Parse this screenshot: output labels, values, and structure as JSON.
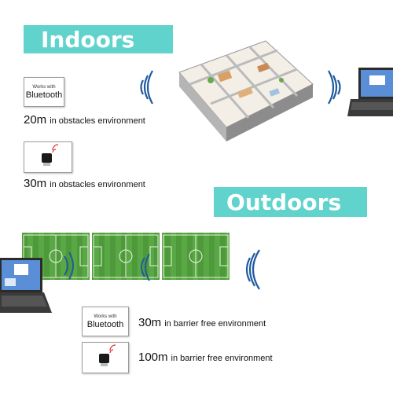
{
  "banners": {
    "indoors": "Indoors",
    "outdoors": "Outdoors"
  },
  "badges": {
    "works_with": "Works with",
    "bluetooth": "Bluetooth"
  },
  "indoor_ranges": [
    {
      "distance": "20m",
      "description": "in obstacles environment"
    },
    {
      "distance": "30m",
      "description": "in obstacles environment"
    }
  ],
  "outdoor_ranges": [
    {
      "distance": "30m",
      "description": "in barrier free environment"
    },
    {
      "distance": "100m",
      "description": "in barrier free environment"
    }
  ],
  "colors": {
    "banner": "#5fd3cc",
    "wave": "#1f5aa0",
    "grass": "#4e9a3a",
    "laptop": "#2b2b2b"
  },
  "icons": [
    "bluetooth-badge-icon",
    "usb-dongle-icon",
    "signal-wave-icon",
    "laptop-icon",
    "floor-plan-illustration",
    "soccer-field-illustration"
  ]
}
